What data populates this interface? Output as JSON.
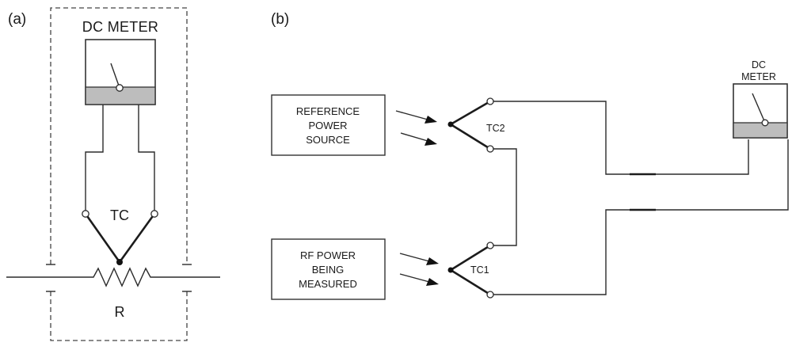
{
  "panel_a": {
    "label": "(a)",
    "meter_label": "DC METER",
    "tc_label": "TC",
    "resistor_label": "R"
  },
  "panel_b": {
    "label": "(b)",
    "meter_label_line1": "DC",
    "meter_label_line2": "METER",
    "reference_box": [
      "REFERENCE",
      "POWER",
      "SOURCE"
    ],
    "rf_box": [
      "RF POWER",
      "BEING",
      "MEASURED"
    ],
    "tc2_label": "TC2",
    "tc1_label": "TC1"
  }
}
